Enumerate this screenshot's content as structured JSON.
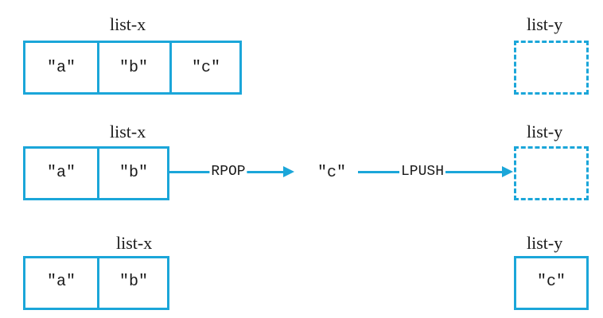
{
  "rows": [
    {
      "list_x_label": "list-x",
      "list_x_values": [
        "\"a\"",
        "\"b\"",
        "\"c\""
      ],
      "list_y_label": "list-y",
      "list_y_values": []
    },
    {
      "list_x_label": "list-x",
      "list_x_values": [
        "\"a\"",
        "\"b\""
      ],
      "list_y_label": "list-y",
      "list_y_values": [],
      "pop_op": "RPOP",
      "moved_value": "\"c\"",
      "push_op": "LPUSH"
    },
    {
      "list_x_label": "list-x",
      "list_x_values": [
        "\"a\"",
        "\"b\""
      ],
      "list_y_label": "list-y",
      "list_y_values": [
        "\"c\""
      ]
    }
  ],
  "colors": {
    "accent": "#1ba6d9",
    "text": "#1a1a1a"
  }
}
